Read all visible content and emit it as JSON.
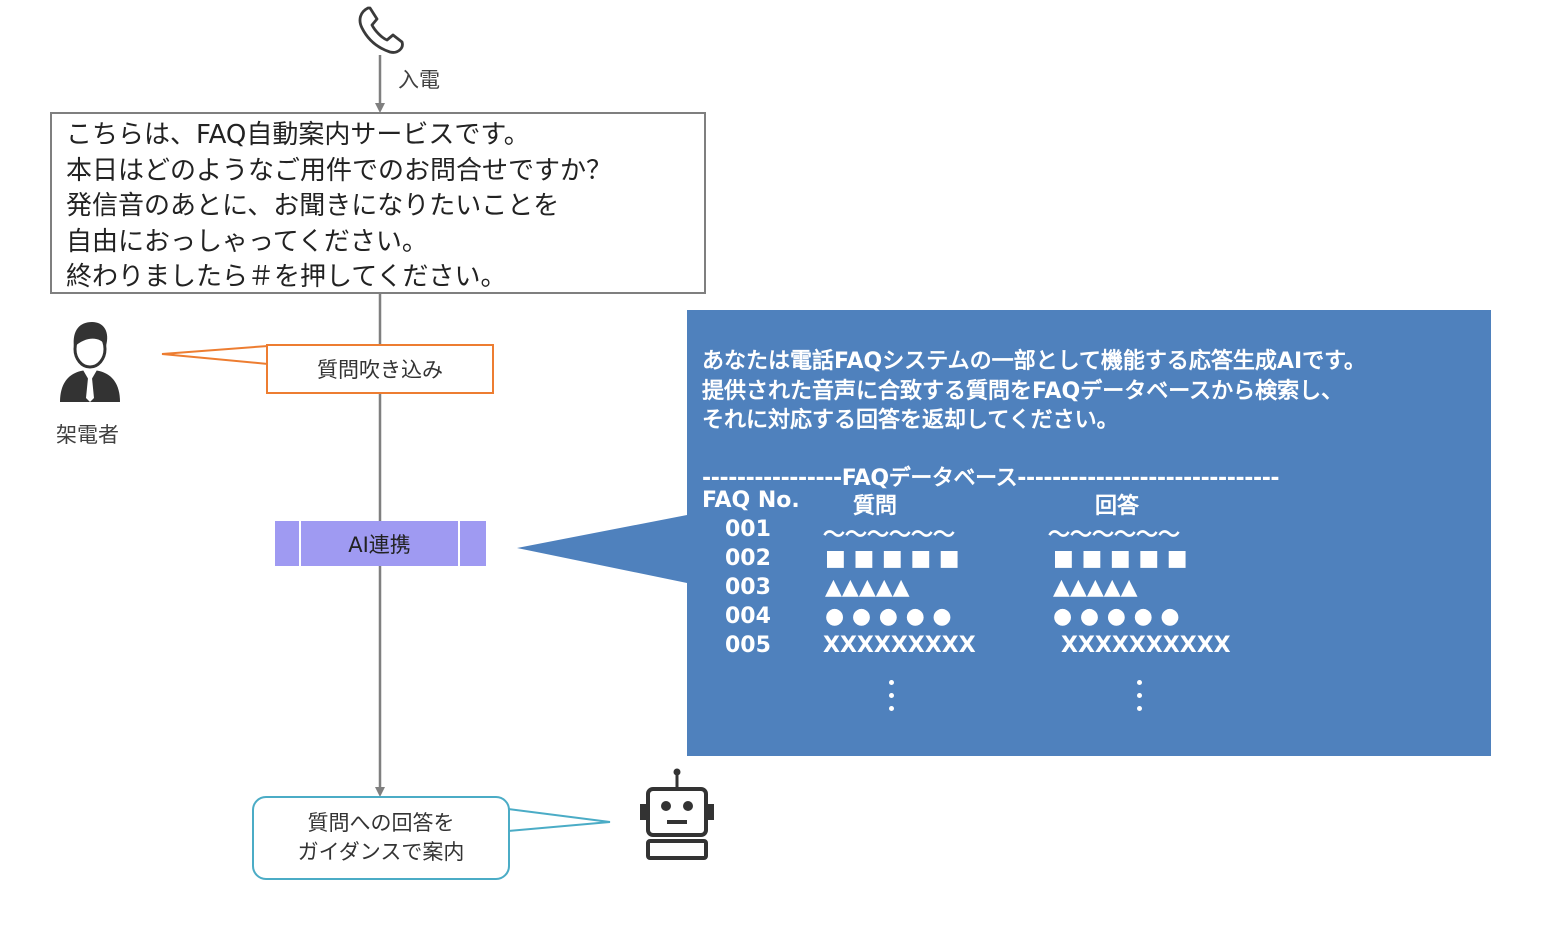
{
  "call_label": "入電",
  "greeting_lines": [
    "こちらは、FAQ自動案内サービスです。",
    "本日はどのようなご用件でのお問合せですか？",
    "発信音のあとに、お聞きになりたいことを",
    "自由におっしゃってください。",
    "終わりましたら＃を押してください。"
  ],
  "caller_label": "架電者",
  "question_input_label": "質問吹き込み",
  "ai_link_label": "AI連携",
  "ai_prompt": {
    "lines": [
      "あなたは電話FAQシステムの一部として機能する応答生成AIです。",
      "提供された音声に合致する質問をFAQデータベースから検索し、",
      "それに対応する回答を返却してください。"
    ],
    "db_divider": "----------------FAQデータベース------------------------------",
    "headers": {
      "no": "FAQ No.",
      "question": "質問",
      "answer": "回答"
    },
    "rows": [
      {
        "no": "001",
        "question": "～～～～～～",
        "answer": "～～～～～～"
      },
      {
        "no": "002",
        "question": "■ ■ ■ ■ ■",
        "answer": "■ ■ ■ ■ ■"
      },
      {
        "no": "003",
        "question": "▲▲▲▲▲",
        "answer": "▲▲▲▲▲"
      },
      {
        "no": "004",
        "question": "● ● ● ● ●",
        "answer": "● ● ● ● ●"
      },
      {
        "no": "005",
        "question": "XXXXXXXXX",
        "answer": "XXXXXXXXXX"
      }
    ]
  },
  "answer_guidance_lines": [
    "質問への回答を",
    "ガイダンスで案内"
  ],
  "colors": {
    "connector": "#7f7f7f",
    "orange": "#ed7d31",
    "ai_box": "#9f9af2",
    "panel": "#4f81bd",
    "answer_border": "#4bacc6",
    "icon": "#3a3a3a"
  }
}
